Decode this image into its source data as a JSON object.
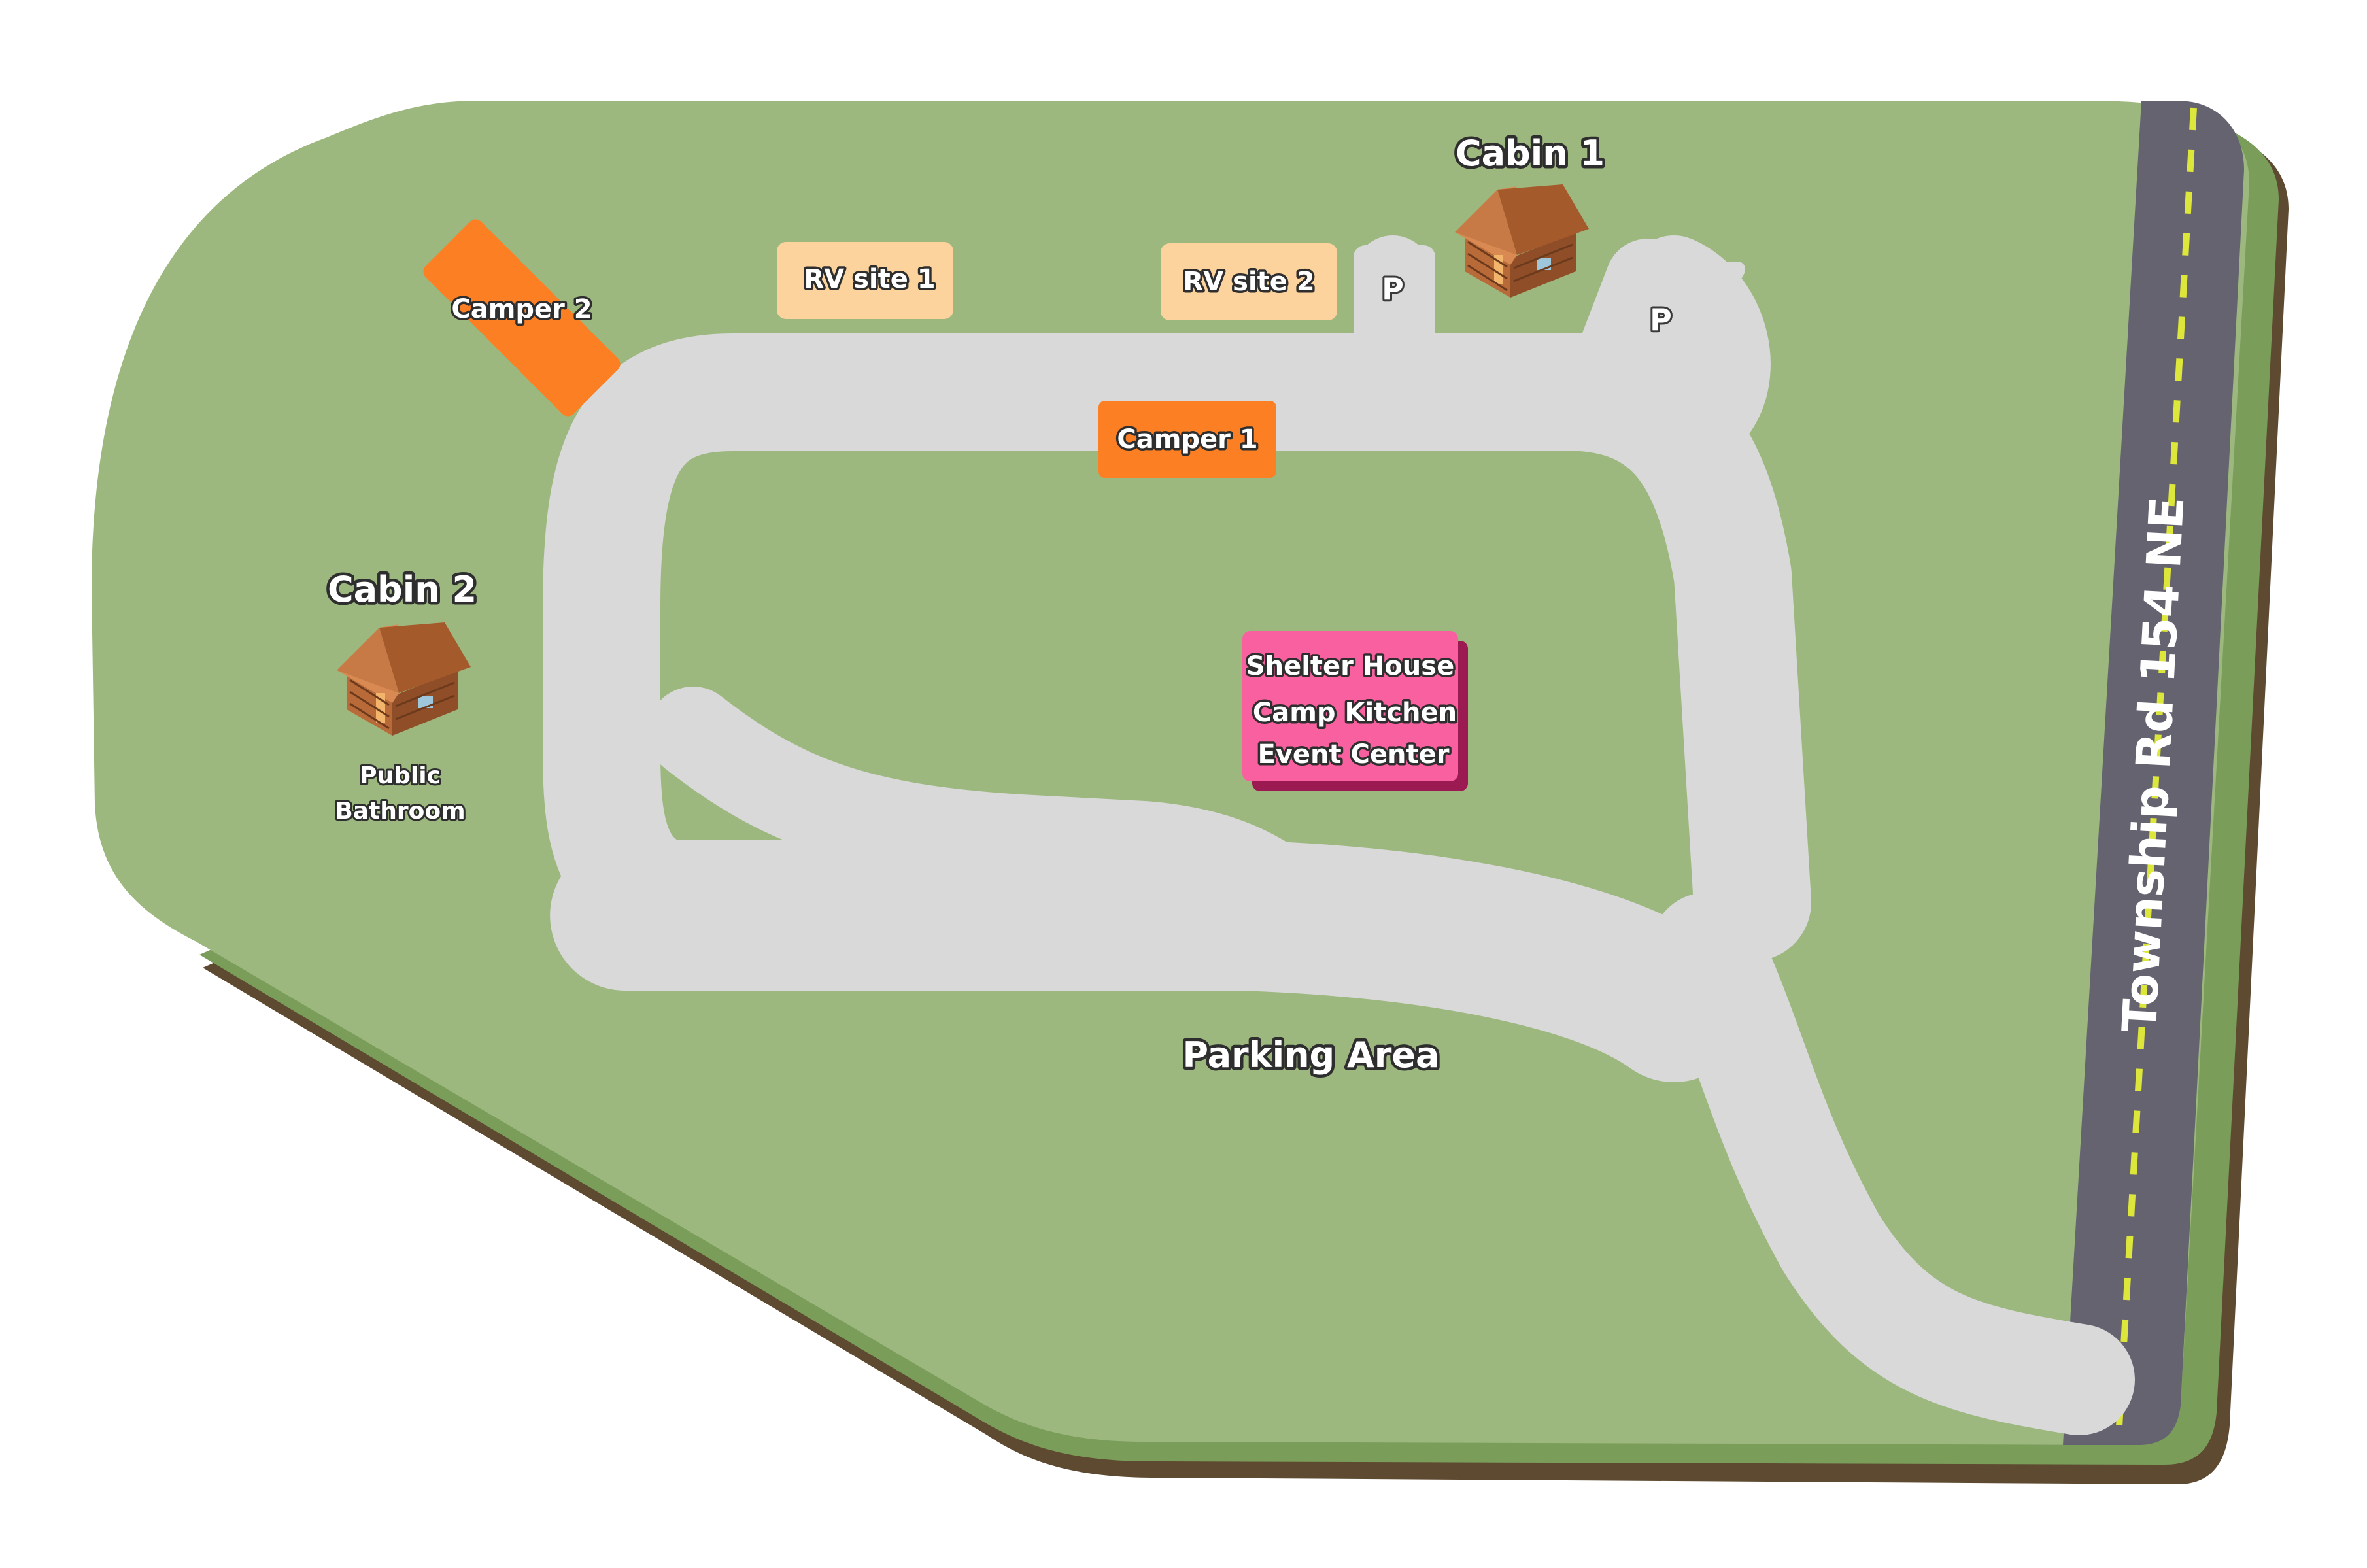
{
  "map": {
    "road": {
      "name": "Township Rd 154 NE"
    },
    "parking_area": {
      "label": "Parking Area"
    },
    "parking_markers": [
      "P",
      "P"
    ],
    "cabins": [
      {
        "name": "Cabin 1",
        "icon": "cabin-icon"
      },
      {
        "name": "Cabin 2",
        "icon": "cabin-icon"
      }
    ],
    "public_bathroom": {
      "line1": "Public",
      "line2": "Bathroom"
    },
    "rv_sites": [
      "RV site 1",
      "RV site 2"
    ],
    "campers": [
      "Camper 1",
      "Camper 2"
    ],
    "shelter": {
      "line1": "Shelter House",
      "line2": "Camp Kitchen",
      "line3": "Event Center"
    },
    "colors": {
      "grass": "#9db87f",
      "grass_edge": "#7a9d5a",
      "soil": "#5e4a30",
      "drive": "#d9d9d9",
      "road": "#64636f",
      "road_center_line": "#dde63a",
      "rv_site": "#fcd29d",
      "camper": "#fc7f24",
      "shelter": "#f8609f",
      "shelter_shadow": "#9c1a52"
    }
  }
}
